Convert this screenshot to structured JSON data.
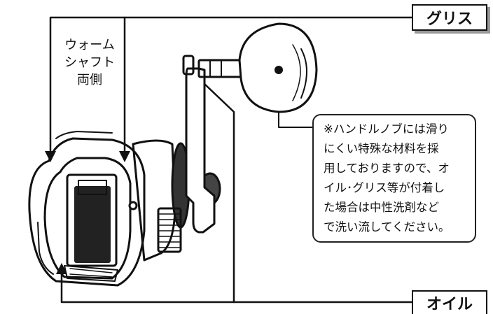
{
  "labels": {
    "grease": "グリス",
    "oil": "オイル",
    "worm_shaft": [
      "ウォーム",
      "シャフト",
      "両側"
    ]
  },
  "note": {
    "lines": [
      "※ハンドルノブには滑り",
      "にくい特殊な材料を採",
      "用しておりますので、オ",
      "イル･グリス等が付着し",
      "た場合は中性洗剤など",
      "で洗い流してください。"
    ]
  },
  "colors": {
    "line": "#111111",
    "box_shadow": "#9a9a9a",
    "background": "#ffffff"
  }
}
